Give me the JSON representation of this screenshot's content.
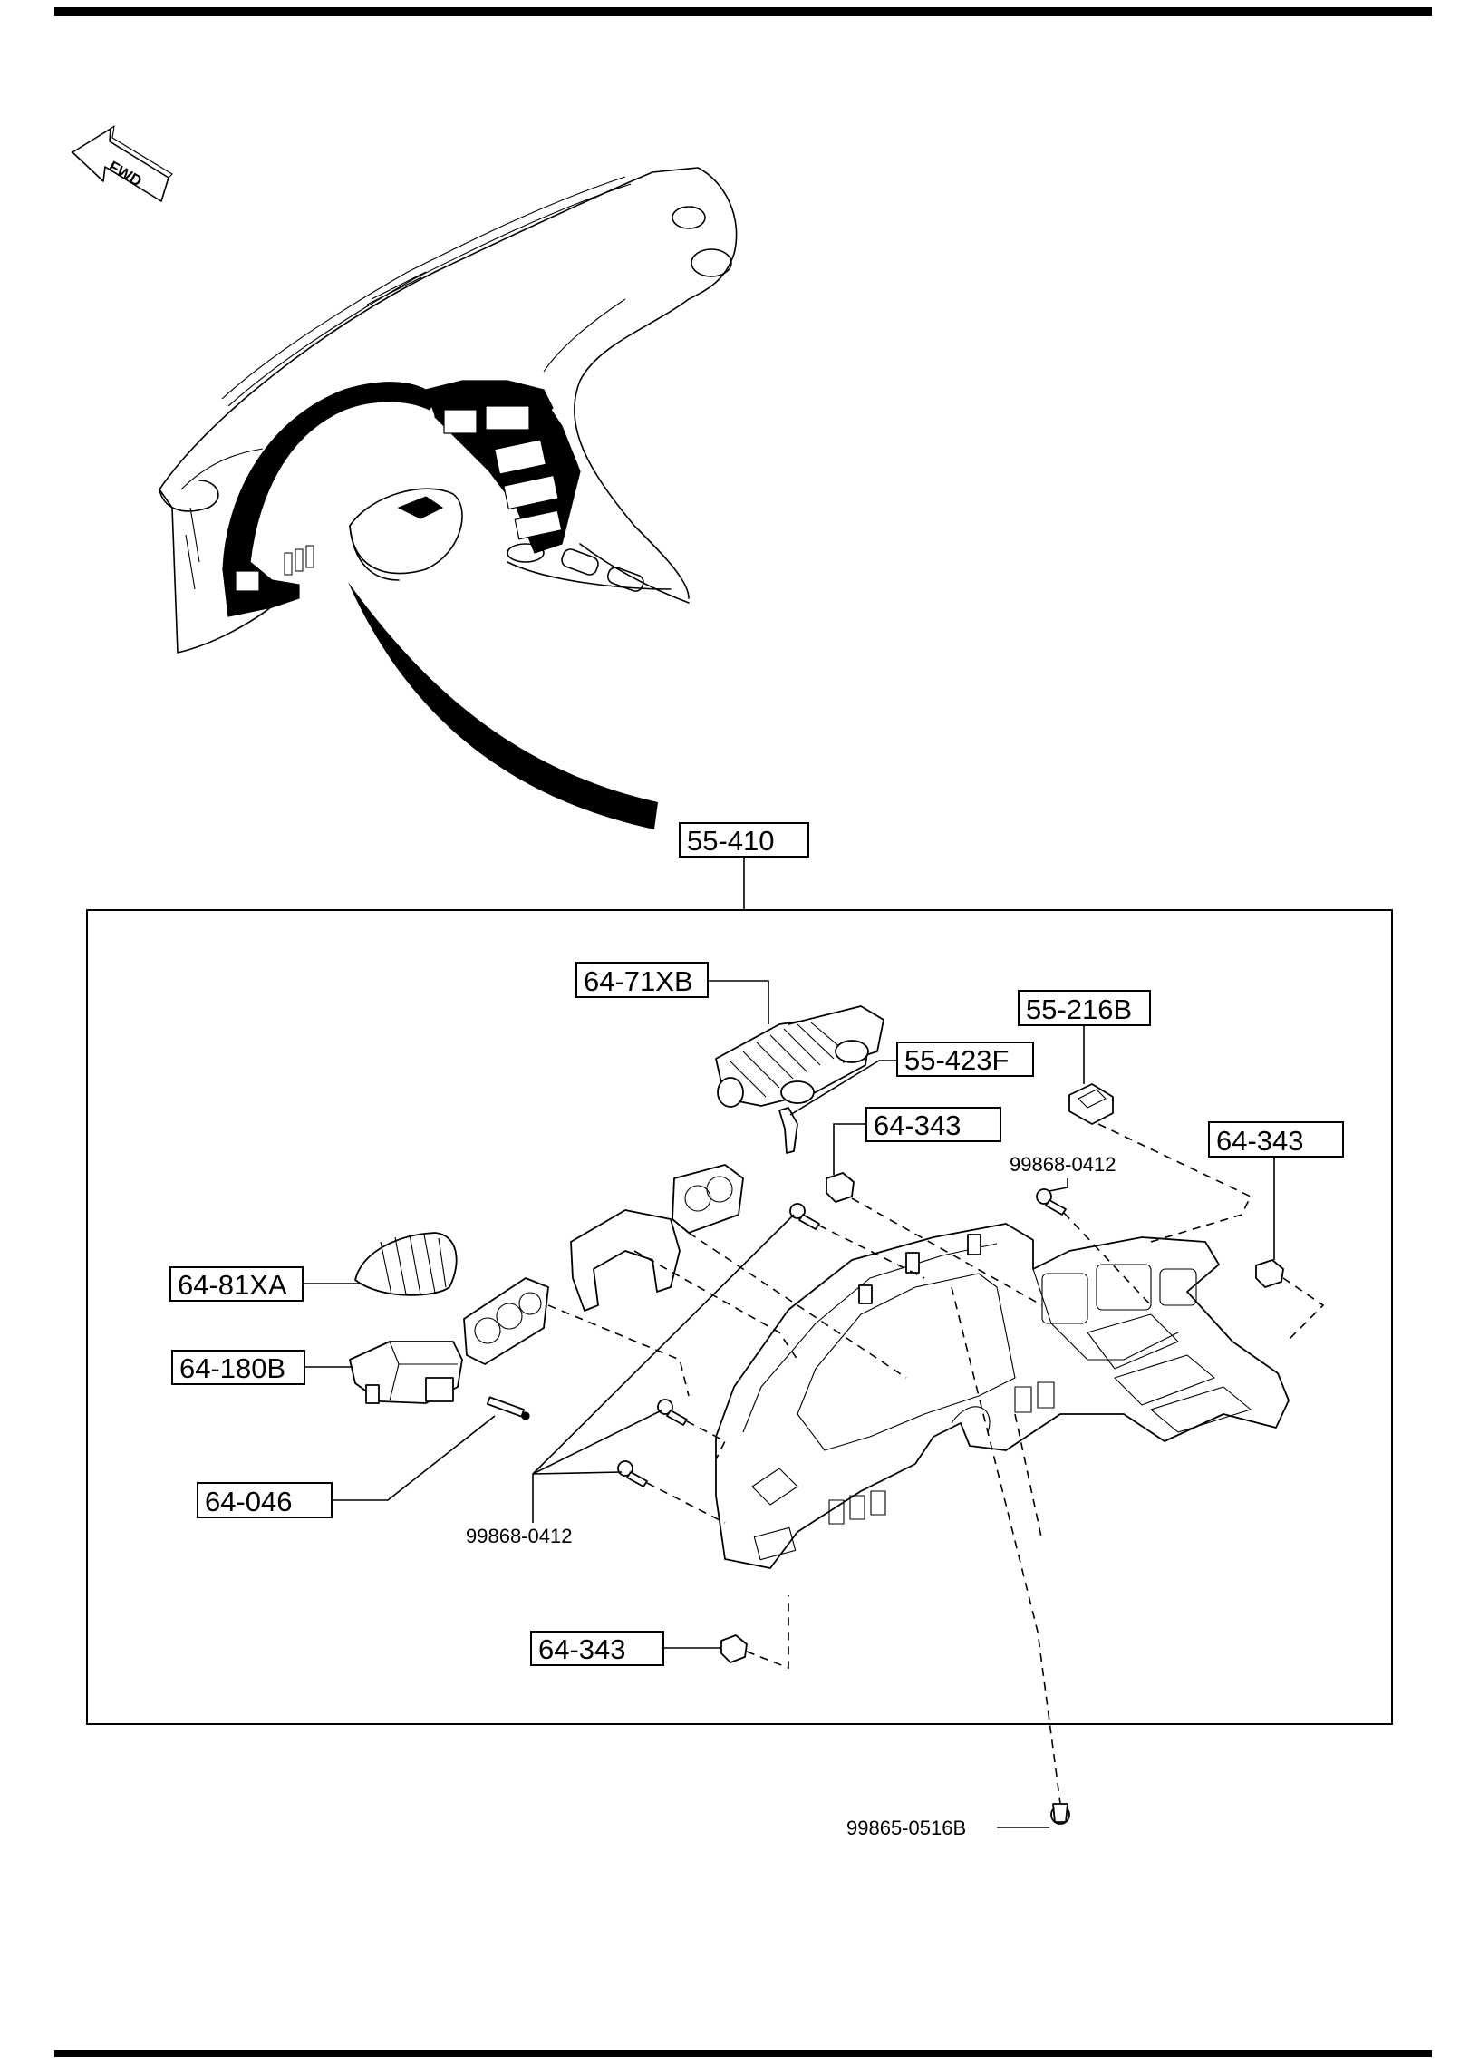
{
  "orientation": {
    "fwd_label": "FWD"
  },
  "assembly": {
    "label": "55-410"
  },
  "parts": [
    {
      "id": "64-71XB",
      "label": "64-71XB"
    },
    {
      "id": "55-216B",
      "label": "55-216B"
    },
    {
      "id": "55-423F",
      "label": "55-423F"
    },
    {
      "id": "64-343-a",
      "label": "64-343"
    },
    {
      "id": "64-343-b",
      "label": "64-343"
    },
    {
      "id": "64-81XA",
      "label": "64-81XA"
    },
    {
      "id": "64-180B",
      "label": "64-180B"
    },
    {
      "id": "64-046",
      "label": "64-046"
    },
    {
      "id": "64-343-c",
      "label": "64-343"
    }
  ],
  "fasteners": [
    {
      "id": "99868-0412-a",
      "label": "99868-0412"
    },
    {
      "id": "99868-0412-b",
      "label": "99868-0412"
    },
    {
      "id": "99865-0516B",
      "label": "99865-0516B"
    }
  ]
}
